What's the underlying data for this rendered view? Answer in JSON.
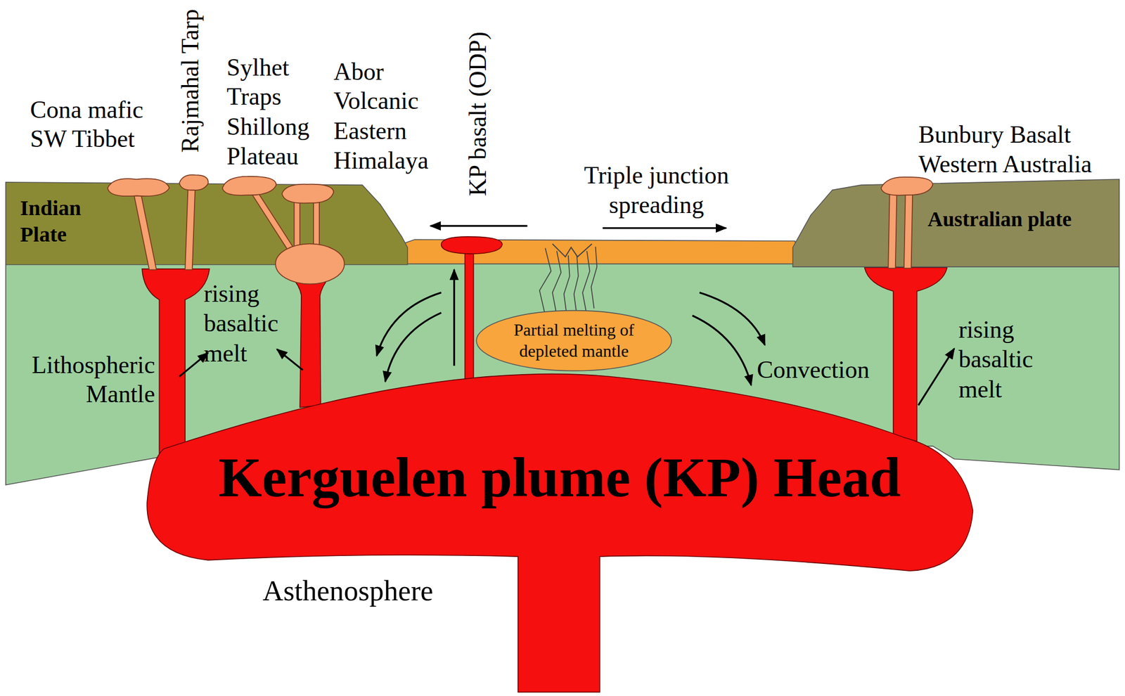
{
  "diagram": {
    "nodes": [
      {
        "text": [
          "Indian Plate"
        ]
      },
      {
        "text": [
          "Australian plate"
        ]
      },
      {
        "text": [
          "Partial melting of depleted mantle"
        ]
      },
      {
        "text": [
          "Kerguelen plume (KP) Head"
        ]
      }
    ],
    "labels": [
      "Cona mafic SW Tibbet",
      "Rajmahal Tarp",
      "Sylhet Traps Shillong Plateau",
      "Abor Volcanic Eastern Himalaya",
      "KP basalt (ODP)",
      "Triple junction spreading",
      "Bunbury Basalt Western Australia",
      "rising basaltic melt",
      "Lithospheric Mantle",
      "Convection",
      "rising basaltic melt",
      "Asthenosphere"
    ]
  }
}
